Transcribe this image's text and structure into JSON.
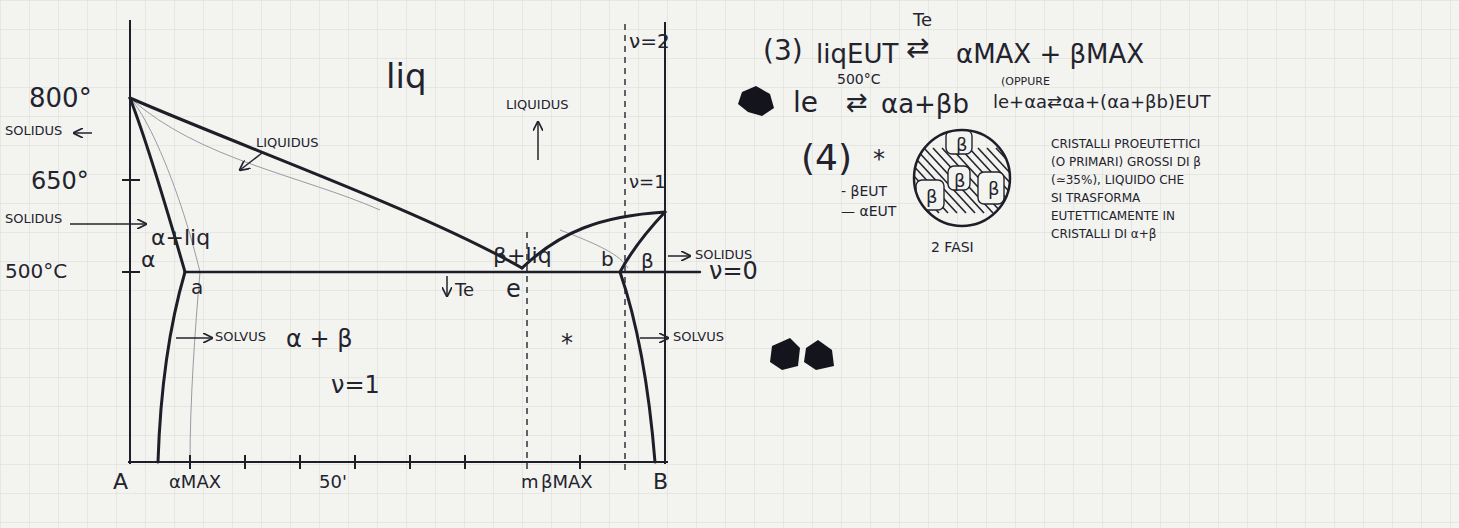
{
  "diagram": {
    "nodes": [
      {
        "text": [
          "β",
          "β",
          "β",
          "β"
        ]
      }
    ],
    "labels": [
      "800°",
      "SOLIDUS",
      "650°",
      "SOLIDUS",
      "500°C",
      "α",
      "a",
      "α+liq",
      "LIQUIDUS",
      "liq",
      "ν=2",
      "LIQUIDUS",
      "ν=1",
      "SOLIDUS",
      "β+liq",
      "β",
      "b",
      "e",
      "ν=0",
      "Te",
      "SOLVUS",
      "α + β",
      "*",
      "SOLVUS",
      "ν=1",
      "A",
      "αMAX",
      "50'",
      "m",
      "βMAX",
      "B",
      "(3)",
      "liqEUT",
      "Te",
      "⇄",
      "αMAX + βMAX",
      "le",
      "500°C",
      "⇄",
      "αa+βb",
      "(OPPURE",
      "le+αa⇄αa+(αa+βb)EUT",
      "(4)",
      "*",
      "- βEUT",
      "— αEUT",
      "CRISTALLI PROEUTETTICI",
      "(O PRIMARI) GROSSI DI β",
      "(≃35%), LIQUIDO CHE",
      "SI TRASFORMA",
      "EUTETTICAMENTE IN",
      "CRISTALLI DI α+β",
      "2 FASI"
    ]
  }
}
